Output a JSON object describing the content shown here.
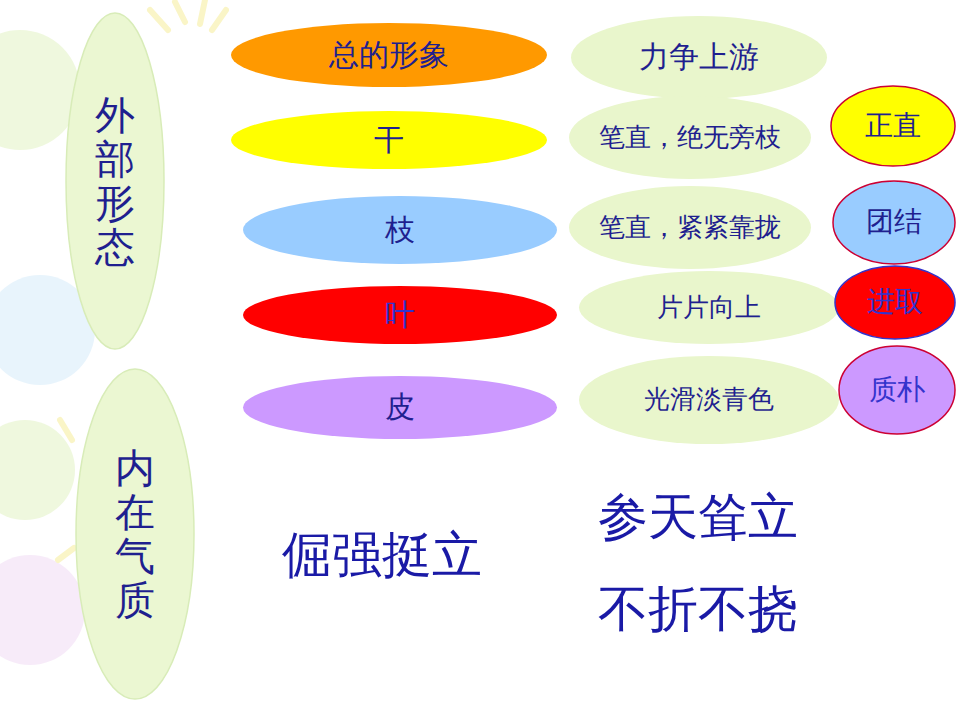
{
  "diagram": {
    "nodes": [
      {
        "text": [
          "外部形态"
        ]
      },
      {
        "text": [
          "总的形象"
        ]
      },
      {
        "text": [
          "力争上游"
        ]
      },
      {
        "text": [
          "干"
        ]
      },
      {
        "text": [
          "笔直，绝无旁枝"
        ]
      },
      {
        "text": [
          "正直"
        ]
      },
      {
        "text": [
          "枝"
        ]
      },
      {
        "text": [
          "笔直，紧紧靠拢"
        ]
      },
      {
        "text": [
          "团结"
        ]
      },
      {
        "text": [
          "叶"
        ]
      },
      {
        "text": [
          "片片向上"
        ]
      },
      {
        "text": [
          "进取"
        ]
      },
      {
        "text": [
          "皮"
        ]
      },
      {
        "text": [
          "光滑淡青色"
        ]
      },
      {
        "text": [
          "质朴"
        ]
      },
      {
        "text": [
          "内在气质"
        ]
      }
    ],
    "edges": [],
    "labels": [
      "倔强挺立",
      "参天耸立",
      "不折不挠"
    ]
  }
}
